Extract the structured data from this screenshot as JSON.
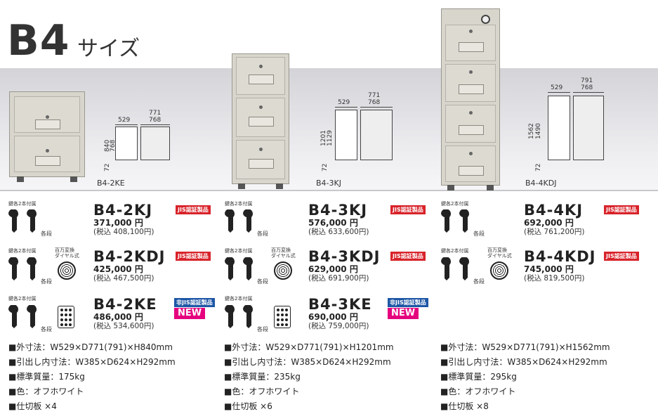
{
  "header": {
    "size_label": "B4",
    "size_suffix": "サイズ"
  },
  "cabinets": [
    {
      "caption": "B4-2KE",
      "dims": {
        "width": "529",
        "depth_a": "771",
        "depth_b": "768",
        "height_a": "840",
        "height_b": "768",
        "base": "72"
      }
    },
    {
      "caption": "B4-3KJ",
      "dims": {
        "width": "529",
        "depth_a": "771",
        "depth_b": "768",
        "height_a": "1201",
        "height_b": "1129",
        "base": "72"
      }
    },
    {
      "caption": "B4-4KDJ",
      "dims": {
        "width": "529",
        "depth_a": "791",
        "depth_b": "768",
        "height_a": "1562",
        "height_b": "1490",
        "base": "72"
      }
    }
  ],
  "labels": {
    "keys": "鍵各2本付属",
    "each_tier": "各段",
    "dial": "百万変換\nダイヤル式"
  },
  "products": [
    [
      {
        "model": "B4-2KJ",
        "price": "371,000 円",
        "tax": "(税込 408,100円)",
        "badge": "JIS認証製品",
        "badge_type": "jis",
        "lock": "key"
      },
      {
        "model": "B4-2KDJ",
        "price": "425,000 円",
        "tax": "(税込 467,500円)",
        "badge": "JIS認証製品",
        "badge_type": "jis",
        "lock": "dial"
      },
      {
        "model": "B4-2KE",
        "price": "486,000 円",
        "tax": "(税込 534,600円)",
        "badge": "非JIS認証製品",
        "badge_type": "nonjis",
        "new": "NEW",
        "lock": "keypad"
      }
    ],
    [
      {
        "model": "B4-3KJ",
        "price": "576,000 円",
        "tax": "(税込 633,600円)",
        "badge": "JIS認証製品",
        "badge_type": "jis",
        "lock": "key"
      },
      {
        "model": "B4-3KDJ",
        "price": "629,000 円",
        "tax": "(税込 691,900円)",
        "badge": "JIS認証製品",
        "badge_type": "jis",
        "lock": "dial"
      },
      {
        "model": "B4-3KE",
        "price": "690,000 円",
        "tax": "(税込 759,000円)",
        "badge": "非JIS認証製品",
        "badge_type": "nonjis",
        "new": "NEW",
        "lock": "keypad"
      }
    ],
    [
      {
        "model": "B4-4KJ",
        "price": "692,000 円",
        "tax": "(税込 761,200円)",
        "badge": "JIS認証製品",
        "badge_type": "jis",
        "lock": "key"
      },
      {
        "model": "B4-4KDJ",
        "price": "745,000 円",
        "tax": "(税込 819,500円)",
        "badge": "JIS認証製品",
        "badge_type": "jis",
        "lock": "dial"
      }
    ]
  ],
  "specs": [
    [
      "■外寸法：W529×D771(791)×H840mm",
      "■引出し内寸法：W385×D624×H292mm",
      "■標準質量：175kg",
      "■色：オフホワイト",
      "■仕切板 ×4"
    ],
    [
      "■外寸法：W529×D771(791)×H1201mm",
      "■引出し内寸法：W385×D624×H292mm",
      "■標準質量：235kg",
      "■色：オフホワイト",
      "■仕切板 ×6"
    ],
    [
      "■外寸法：W529×D771(791)×H1562mm",
      "■引出し内寸法：W385×D624×H292mm",
      "■標準質量：295kg",
      "■色：オフホワイト",
      "■仕切板 ×8"
    ]
  ],
  "colors": {
    "jis": "#d8232a",
    "nonjis": "#1d56a5",
    "new": "#e5007e",
    "cabinet": "#d8d6cc"
  }
}
